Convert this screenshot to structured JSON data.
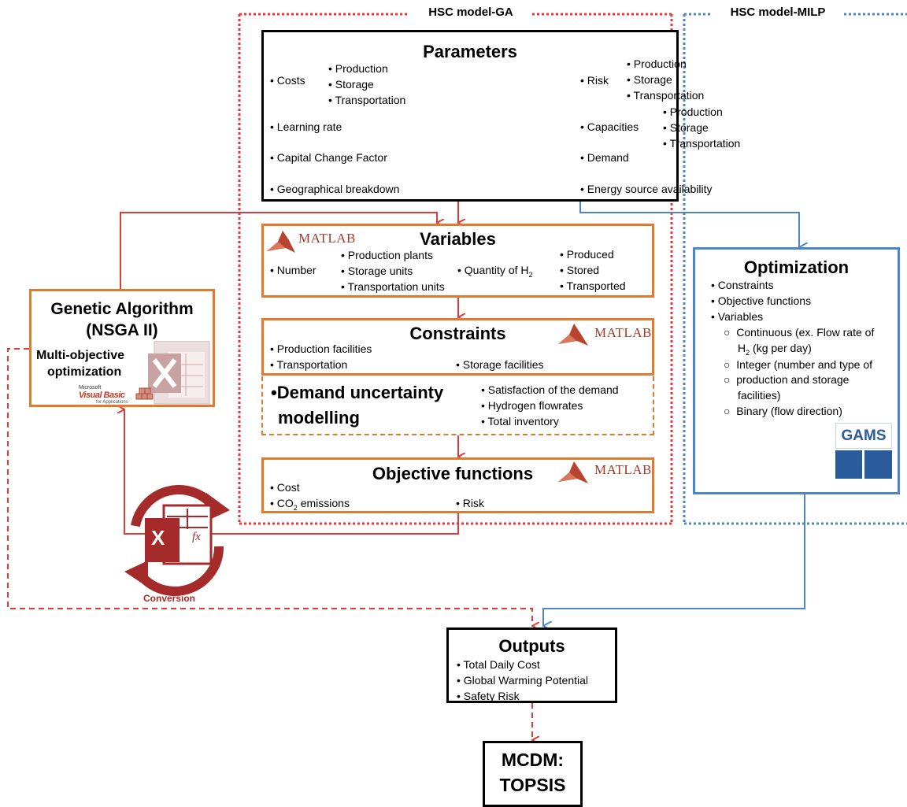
{
  "regions": {
    "ga_label": "HSC model-GA",
    "milp_label": "HSC model-MILP"
  },
  "parameters": {
    "title": "Parameters",
    "costs": "Costs",
    "costs_items": [
      "Production",
      "Storage",
      "Transportation"
    ],
    "learning_rate": "Learning rate",
    "capital_change": "Capital Change Factor",
    "geo": "Geographical breakdown",
    "risk": "Risk",
    "risk_items": [
      "Production",
      "Storage",
      "Transportation"
    ],
    "capacities": "Capacities",
    "capacities_items": [
      "Production",
      "Storage",
      "Transportation"
    ],
    "demand": "Demand",
    "energy": "Energy source availability"
  },
  "variables": {
    "title": "Variables",
    "number": "Number",
    "number_items": [
      "Production plants",
      "Storage units",
      "Transportation units"
    ],
    "quantity": "Quantity of H",
    "quantity_sub": "2",
    "quantity_items": [
      "Produced",
      "Stored",
      "Transported"
    ]
  },
  "constraints": {
    "title": "Constraints",
    "items": [
      "Production facilities",
      "Transportation",
      "Storage facilities"
    ]
  },
  "demand": {
    "title_line1": "•Demand uncertainty",
    "title_line2": "modelling",
    "items": [
      "Satisfaction of the demand",
      "Hydrogen flowrates",
      "Total inventory"
    ]
  },
  "objectives": {
    "title": "Objective functions",
    "cost": "Cost",
    "co2_pre": "CO",
    "co2_sub": "2",
    "co2_post": " emissions",
    "risk": "Risk"
  },
  "ga": {
    "title_line1": "Genetic Algorithm",
    "title_line2": "(NSGA II)",
    "sub_line1": "Multi-objective",
    "sub_line2": "optimization",
    "vba_small": "Microsoft",
    "vba_big": "Visual Basic",
    "vba_tail": "for Applications"
  },
  "conversion": {
    "label": "Conversion",
    "fx": "fx",
    "x": "X"
  },
  "optimization": {
    "title": "Optimization",
    "items": [
      "Constraints",
      "Objective functions",
      "Variables"
    ],
    "sub": [
      [
        "Continuous (ex. Flow rate of",
        "H",
        "2",
        " (kg per day)"
      ],
      [
        "Integer (number and type of"
      ],
      [
        "production and storage",
        "facilities)"
      ],
      [
        "Binary (flow direction)"
      ]
    ],
    "gams": "GAMS"
  },
  "outputs": {
    "title": "Outputs",
    "items": [
      "Total Daily Cost",
      "Global Warming Potential",
      "Safety Risk"
    ]
  },
  "mcdm": {
    "line1": "MCDM:",
    "line2": "TOPSIS"
  },
  "matlab_label": "MATLAB",
  "colors": {
    "orange": "#e07a2e",
    "red": "#e03a3a",
    "blue": "#4a86c8",
    "matlab": "#a33a2a",
    "excel": "#a52a2a"
  }
}
